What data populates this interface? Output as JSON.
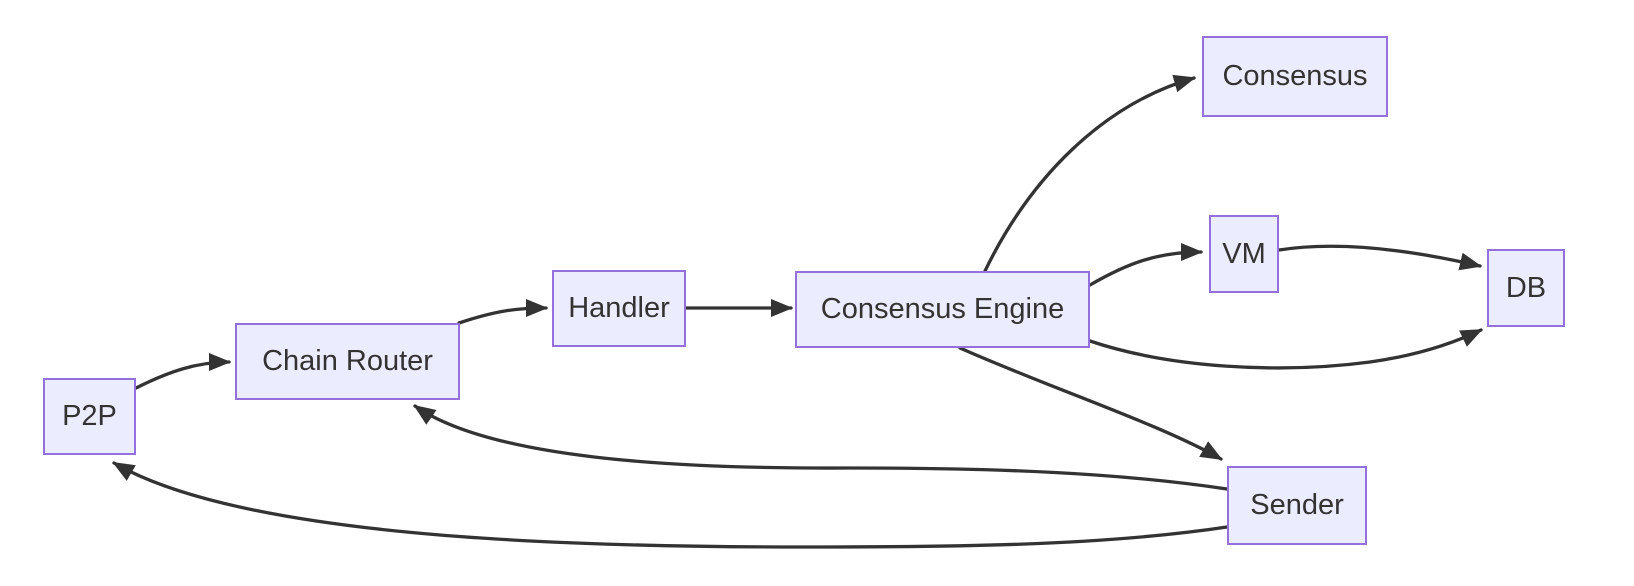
{
  "diagram": {
    "type": "flowchart",
    "direction": "left-to-right",
    "nodes": {
      "p2p": {
        "label": "P2P"
      },
      "chain_router": {
        "label": "Chain Router"
      },
      "handler": {
        "label": "Handler"
      },
      "consensus_engine": {
        "label": "Consensus Engine"
      },
      "consensus": {
        "label": "Consensus"
      },
      "vm": {
        "label": "VM"
      },
      "db": {
        "label": "DB"
      },
      "sender": {
        "label": "Sender"
      }
    },
    "edges": [
      {
        "from": "P2P",
        "to": "Chain Router"
      },
      {
        "from": "Chain Router",
        "to": "Handler"
      },
      {
        "from": "Handler",
        "to": "Consensus Engine"
      },
      {
        "from": "Consensus Engine",
        "to": "Consensus"
      },
      {
        "from": "Consensus Engine",
        "to": "VM"
      },
      {
        "from": "VM",
        "to": "DB"
      },
      {
        "from": "Consensus Engine",
        "to": "DB"
      },
      {
        "from": "Consensus Engine",
        "to": "Sender"
      },
      {
        "from": "Sender",
        "to": "Chain Router"
      },
      {
        "from": "Sender",
        "to": "P2P"
      }
    ],
    "colors": {
      "node_fill": "#ECECFF",
      "node_border": "#9370DB",
      "edge_stroke": "#333333",
      "label_text": "#333333",
      "background": "#FFFFFF"
    }
  }
}
